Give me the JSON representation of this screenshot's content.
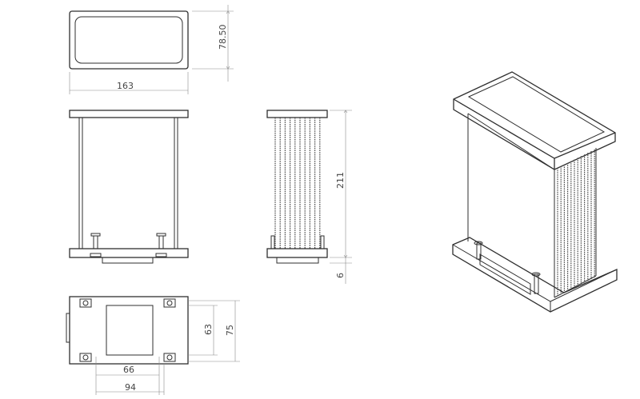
{
  "dimensions": {
    "top_height": "78.50",
    "top_width": "163",
    "side_height": "211",
    "base_thickness": "6",
    "base_inner_height": "63",
    "base_outer_height": "75",
    "base_inner_width": "66",
    "base_outer_width": "94"
  },
  "colors": {
    "line": "#2f2f2f",
    "dimension": "#8a8a8a",
    "background": "#ffffff"
  }
}
